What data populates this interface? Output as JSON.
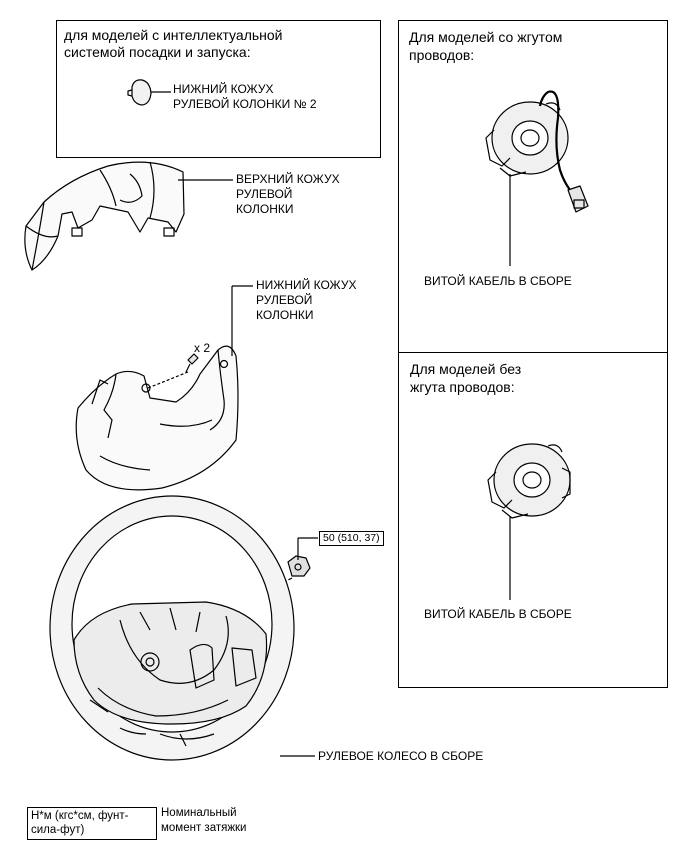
{
  "callouts": {
    "smart_entry_note": "для моделей с интеллектуальной\nсистемой посадки и запуска:",
    "lower_cover_no2": "НИЖНИЙ КОЖУХ\nРУЛЕВОЙ КОЛОНКИ № 2",
    "upper_cover": "ВЕРХНИЙ КОЖУХ\nРУЛЕВОЙ\nКОЛОНКИ",
    "lower_cover": "НИЖНИЙ КОЖУХ\nРУЛЕВОЙ\nКОЛОНКИ",
    "screw_qty": "x 2",
    "torque_value": "50 (510, 37)",
    "steering_wheel": "РУЛЕВОЕ КОЛЕСО В СБОРЕ",
    "with_harness_note": "Для моделей со жгутом\nпроводов:",
    "spiral_cable_1": "ВИТОЙ КАБЕЛЬ В СБОРЕ",
    "without_harness_note": "Для моделей без\nжгута проводов:",
    "spiral_cable_2": "ВИТОЙ КАБЕЛЬ В СБОРЕ"
  },
  "legend": {
    "unit_label": "Н*м (кгс*см, фунт-\nсила-фут)",
    "unit_meaning": "Номинальный\nмомент затяжки"
  }
}
